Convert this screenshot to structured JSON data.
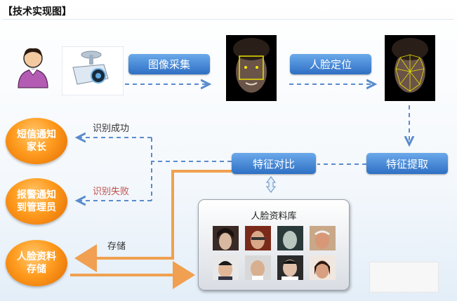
{
  "heading": "【技术实现图】",
  "steps": {
    "capture": "图像采集",
    "locate": "人脸定位",
    "extract": "特征提取",
    "compare": "特征对比"
  },
  "outcomes": {
    "notify_parent": "短信通知\n家长",
    "alert_admin": "报警通知\n到管理员",
    "store_face": "人脸资料\n存储"
  },
  "edge_labels": {
    "success": "识别成功",
    "failure": "识别失败",
    "store": "存储"
  },
  "database": {
    "title": "人脸资料库"
  },
  "colors": {
    "pill_blue": "#3a7bd0",
    "orange": "#f0a050",
    "dashed_blue": "#5a8ccc",
    "failure_text": "#c0504d"
  }
}
